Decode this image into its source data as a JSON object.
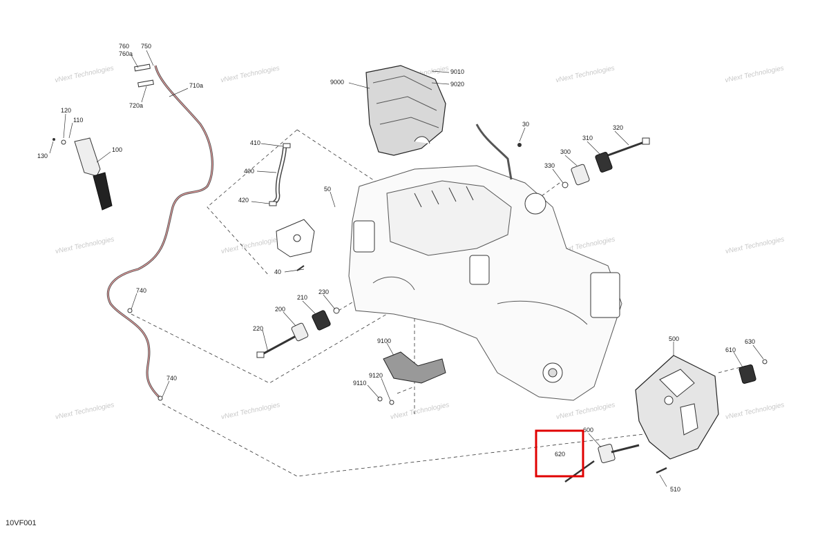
{
  "diagram": {
    "drawing_code": "10VF001",
    "watermark": "vNext Technologies",
    "highlight_color": "#e00000",
    "highlighted_part": "620",
    "parts": {
      "p760": "760",
      "p760a": "760a",
      "p750": "750",
      "p710a": "710a",
      "p720a": "720a",
      "p120": "120",
      "p110": "110",
      "p130": "130",
      "p100": "100",
      "p410": "410",
      "p400": "400",
      "p420": "420",
      "p50": "50",
      "p40": "40",
      "p9000": "9000",
      "p9010": "9010",
      "p9020": "9020",
      "p30": "30",
      "p320": "320",
      "p310": "310",
      "p300": "300",
      "p330": "330",
      "p740a": "740",
      "p740b": "740",
      "p230": "230",
      "p210": "210",
      "p200": "200",
      "p220": "220",
      "p9100": "9100",
      "p9120": "9120",
      "p9110": "9110",
      "p500": "500",
      "p630": "630",
      "p610": "610",
      "p600": "600",
      "p620": "620",
      "p510": "510"
    }
  }
}
